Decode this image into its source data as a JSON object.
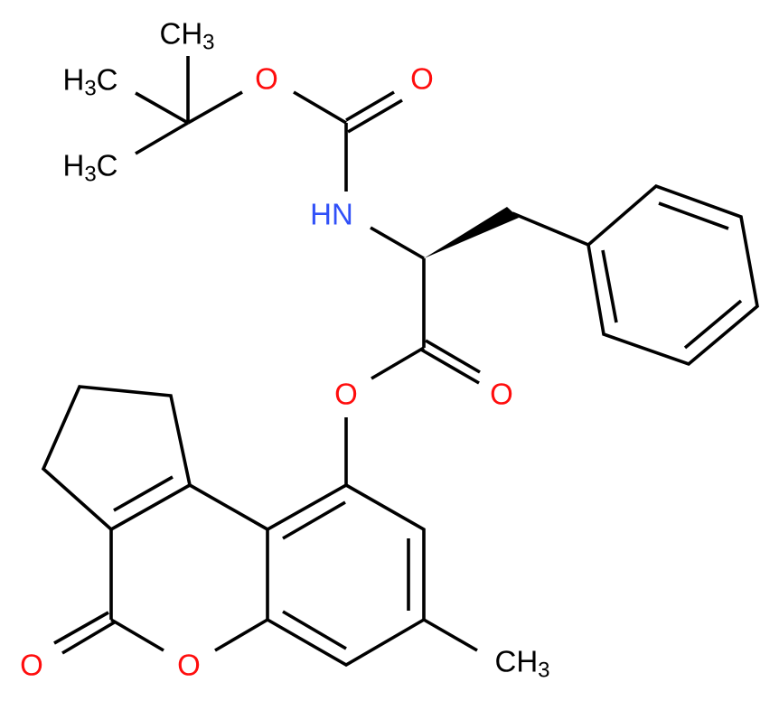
{
  "molecule": {
    "name": "Boc-L-phenylalanine ester of 7-methyl-4-oxo-1,2,3,4-tetrahydrocyclopenta[c]chromen-9-yl",
    "colors": {
      "oxygen": "#ff0d0d",
      "nitrogen": "#3050f8",
      "carbon": "#000000"
    },
    "labels": {
      "tbu_ch3_top": {
        "main": "CH",
        "sub": "3"
      },
      "tbu_h3c_upper": {
        "pre": "H",
        "sub": "3",
        "main": "C"
      },
      "tbu_h3c_lower": {
        "pre": "H",
        "sub": "3",
        "main": "C"
      },
      "boc_ester_o": "O",
      "boc_carbonyl_o": "O",
      "amine_nh": "HN",
      "ester_o": "O",
      "ester_carbonyl_o": "O",
      "lactone_carbonyl_o": "O",
      "lactone_ring_o": "O",
      "aryl_ch3": {
        "main": "CH",
        "sub": "3"
      }
    }
  }
}
